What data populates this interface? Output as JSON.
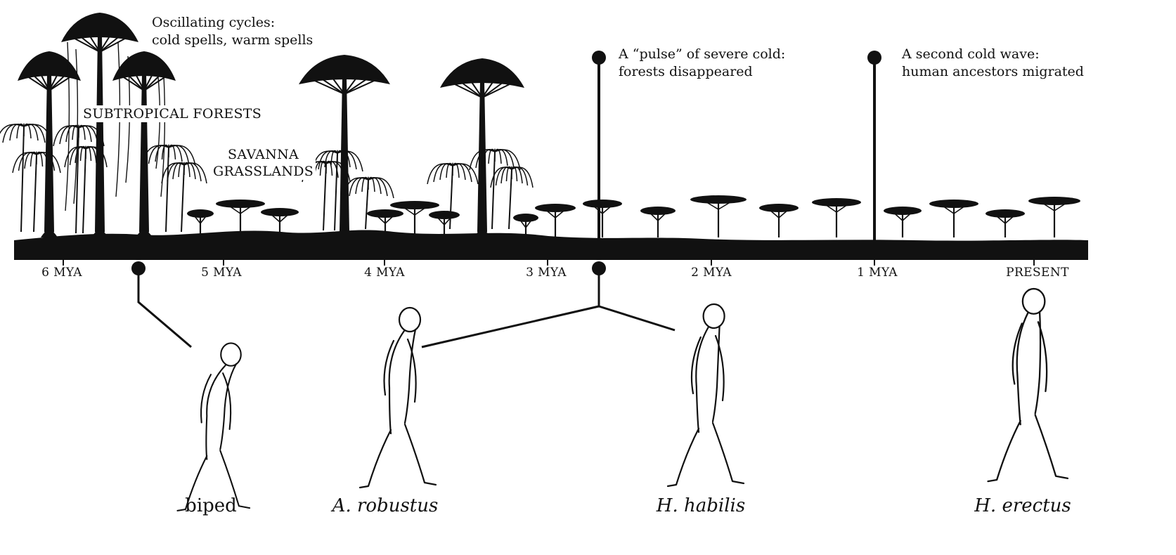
{
  "annotations": {
    "oscillating": [
      "Oscillating cycles:",
      "cold spells, warm spells"
    ],
    "pulse": [
      "A “pulse” of severe cold:",
      "forests disappeared"
    ],
    "second_wave": [
      "A second cold wave:",
      "human ancestors migrated"
    ]
  },
  "regions": {
    "forests": "SUBTROPICAL FORESTS",
    "savanna": [
      "SAVANNA",
      "GRASSLANDS"
    ]
  },
  "timeline": {
    "ticks": [
      "6 MYA",
      "5 MYA",
      "4 MYA",
      "3 MYA",
      "2 MYA",
      "1 MYA",
      "PRESENT"
    ]
  },
  "hominids": [
    {
      "label": "biped",
      "italic": false
    },
    {
      "label": "A. robustus",
      "italic": true
    },
    {
      "label": "H. habilis",
      "italic": true
    },
    {
      "label": "H. erectus",
      "italic": true
    }
  ],
  "colors": {
    "ink": "#111111",
    "paper": "#ffffff"
  }
}
